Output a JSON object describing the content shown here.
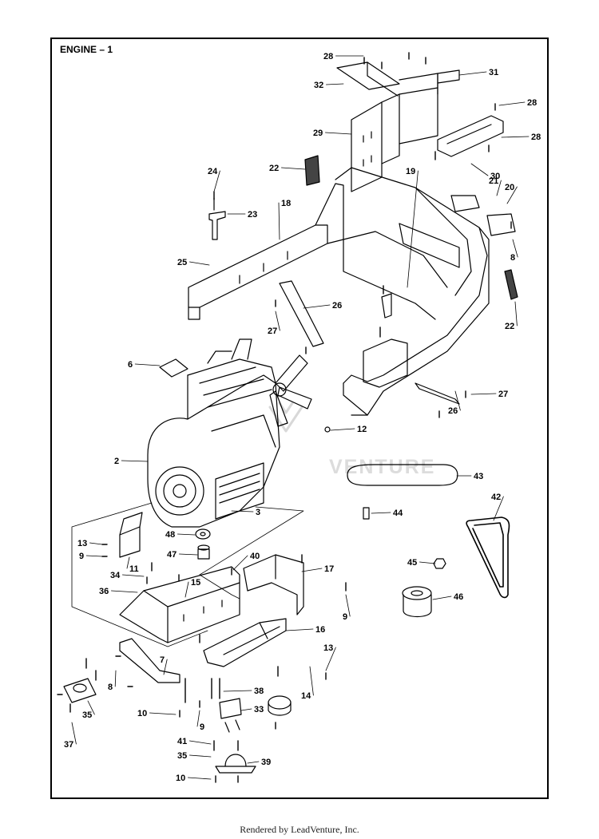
{
  "title": "ENGINE – 1",
  "footer": "Rendered by LeadVenture, Inc.",
  "watermark": "VENTURE",
  "callouts": [
    {
      "id": "28a",
      "label": "28"
    },
    {
      "id": "31",
      "label": "31"
    },
    {
      "id": "28b",
      "label": "28"
    },
    {
      "id": "32",
      "label": "32"
    },
    {
      "id": "28c",
      "label": "28"
    },
    {
      "id": "29",
      "label": "29"
    },
    {
      "id": "30",
      "label": "30"
    },
    {
      "id": "22a",
      "label": "22"
    },
    {
      "id": "19",
      "label": "19"
    },
    {
      "id": "21",
      "label": "21"
    },
    {
      "id": "20",
      "label": "20"
    },
    {
      "id": "24",
      "label": "24"
    },
    {
      "id": "23",
      "label": "23"
    },
    {
      "id": "18",
      "label": "18"
    },
    {
      "id": "25",
      "label": "25"
    },
    {
      "id": "8a",
      "label": "8"
    },
    {
      "id": "26a",
      "label": "26"
    },
    {
      "id": "27a",
      "label": "27"
    },
    {
      "id": "22b",
      "label": "22"
    },
    {
      "id": "6",
      "label": "6"
    },
    {
      "id": "27b",
      "label": "27"
    },
    {
      "id": "26b",
      "label": "26"
    },
    {
      "id": "12",
      "label": "12"
    },
    {
      "id": "2",
      "label": "2"
    },
    {
      "id": "43",
      "label": "43"
    },
    {
      "id": "3",
      "label": "3"
    },
    {
      "id": "44",
      "label": "44"
    },
    {
      "id": "42",
      "label": "42"
    },
    {
      "id": "48",
      "label": "48"
    },
    {
      "id": "13a",
      "label": "13"
    },
    {
      "id": "11",
      "label": "11"
    },
    {
      "id": "9a",
      "label": "9"
    },
    {
      "id": "47",
      "label": "47"
    },
    {
      "id": "40",
      "label": "40"
    },
    {
      "id": "17",
      "label": "17"
    },
    {
      "id": "45",
      "label": "45"
    },
    {
      "id": "34",
      "label": "34"
    },
    {
      "id": "15",
      "label": "15"
    },
    {
      "id": "36",
      "label": "36"
    },
    {
      "id": "9b",
      "label": "9"
    },
    {
      "id": "46",
      "label": "46"
    },
    {
      "id": "16",
      "label": "16"
    },
    {
      "id": "13b",
      "label": "13"
    },
    {
      "id": "7",
      "label": "7"
    },
    {
      "id": "8b",
      "label": "8"
    },
    {
      "id": "14",
      "label": "14"
    },
    {
      "id": "38",
      "label": "38"
    },
    {
      "id": "35a",
      "label": "35"
    },
    {
      "id": "10a",
      "label": "10"
    },
    {
      "id": "33",
      "label": "33"
    },
    {
      "id": "9c",
      "label": "9"
    },
    {
      "id": "37",
      "label": "37"
    },
    {
      "id": "41",
      "label": "41"
    },
    {
      "id": "35b",
      "label": "35"
    },
    {
      "id": "39",
      "label": "39"
    },
    {
      "id": "10b",
      "label": "10"
    }
  ]
}
